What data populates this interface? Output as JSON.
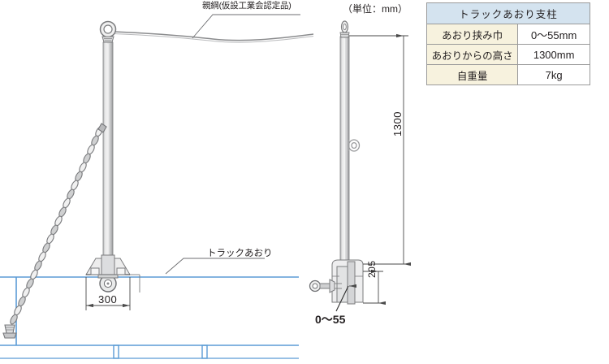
{
  "drawing": {
    "unit_note": "（単位：mm）",
    "labels": {
      "rope": "親綱(仮設工業会認定品)",
      "truck_gate": "トラックあおり",
      "base_width": "300",
      "clamp_range": "0〜55",
      "post_height": "1300",
      "clamp_height": "205"
    },
    "colors": {
      "line": "#6d6e71",
      "truck_blue": "#5b9bd5",
      "text": "#231f20"
    }
  },
  "spec_table": {
    "title": "トラックあおり支柱",
    "rows": [
      {
        "label": "あおり挟み巾",
        "value": "0〜55mm"
      },
      {
        "label": "あおりからの高さ",
        "value": "1300mm"
      },
      {
        "label": "自重量",
        "value": "7kg"
      }
    ],
    "colors": {
      "header_bg": "#d4e3ef",
      "label_bg": "#f7f2de",
      "border": "#9a9a9a"
    }
  }
}
